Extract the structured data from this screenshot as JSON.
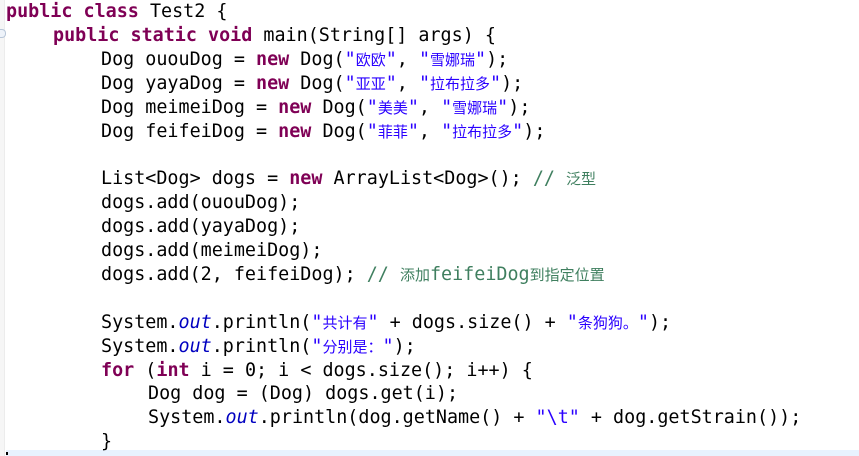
{
  "editor": {
    "language": "Java",
    "colors": {
      "keyword": "#7f0055",
      "string": "#2a00ff",
      "comment": "#3f7f5f",
      "static_field": "#0000c0",
      "current_line": "#e8f2fe"
    },
    "lines": [
      {
        "n": 1,
        "indent": 0,
        "tokens": [
          [
            "kw",
            "public"
          ],
          [
            "p",
            " "
          ],
          [
            "kw",
            "class"
          ],
          [
            "p",
            " Test2 {"
          ]
        ]
      },
      {
        "n": 2,
        "indent": 1,
        "tokens": [
          [
            "kw",
            "public"
          ],
          [
            "p",
            " "
          ],
          [
            "kw",
            "static"
          ],
          [
            "p",
            " "
          ],
          [
            "kw",
            "void"
          ],
          [
            "p",
            " main(String[] args) {"
          ]
        ]
      },
      {
        "n": 3,
        "indent": 2,
        "tokens": [
          [
            "p",
            "Dog ououDog = "
          ],
          [
            "kw",
            "new"
          ],
          [
            "p",
            " Dog("
          ],
          [
            "str",
            "\"欧欧\""
          ],
          [
            "p",
            ", "
          ],
          [
            "str",
            "\"雪娜瑞\""
          ],
          [
            "p",
            ");"
          ]
        ]
      },
      {
        "n": 4,
        "indent": 2,
        "tokens": [
          [
            "p",
            "Dog yayaDog = "
          ],
          [
            "kw",
            "new"
          ],
          [
            "p",
            " Dog("
          ],
          [
            "str",
            "\"亚亚\""
          ],
          [
            "p",
            ", "
          ],
          [
            "str",
            "\"拉布拉多\""
          ],
          [
            "p",
            ");"
          ]
        ]
      },
      {
        "n": 5,
        "indent": 2,
        "tokens": [
          [
            "p",
            "Dog meimeiDog = "
          ],
          [
            "kw",
            "new"
          ],
          [
            "p",
            " Dog("
          ],
          [
            "str",
            "\"美美\""
          ],
          [
            "p",
            ", "
          ],
          [
            "str",
            "\"雪娜瑞\""
          ],
          [
            "p",
            ");"
          ]
        ]
      },
      {
        "n": 6,
        "indent": 2,
        "tokens": [
          [
            "p",
            "Dog feifeiDog = "
          ],
          [
            "kw",
            "new"
          ],
          [
            "p",
            " Dog("
          ],
          [
            "str",
            "\"菲菲\""
          ],
          [
            "p",
            ", "
          ],
          [
            "str",
            "\"拉布拉多\""
          ],
          [
            "p",
            ");"
          ]
        ]
      },
      {
        "n": 7,
        "indent": 0,
        "tokens": []
      },
      {
        "n": 8,
        "indent": 2,
        "tokens": [
          [
            "p",
            "List<Dog> dogs = "
          ],
          [
            "kw",
            "new"
          ],
          [
            "p",
            " ArrayList<Dog>(); "
          ],
          [
            "cmt",
            "// 泛型"
          ]
        ]
      },
      {
        "n": 9,
        "indent": 2,
        "tokens": [
          [
            "p",
            "dogs.add(ououDog);"
          ]
        ]
      },
      {
        "n": 10,
        "indent": 2,
        "tokens": [
          [
            "p",
            "dogs.add(yayaDog);"
          ]
        ]
      },
      {
        "n": 11,
        "indent": 2,
        "tokens": [
          [
            "p",
            "dogs.add(meimeiDog);"
          ]
        ]
      },
      {
        "n": 12,
        "indent": 2,
        "tokens": [
          [
            "p",
            "dogs.add(2, feifeiDog); "
          ],
          [
            "cmt",
            "// 添加feifeiDog到指定位置"
          ]
        ]
      },
      {
        "n": 13,
        "indent": 0,
        "tokens": []
      },
      {
        "n": 14,
        "indent": 2,
        "tokens": [
          [
            "p",
            "System."
          ],
          [
            "fld",
            "out"
          ],
          [
            "p",
            ".println("
          ],
          [
            "str",
            "\"共计有\""
          ],
          [
            "p",
            " + dogs.size() + "
          ],
          [
            "str",
            "\"条狗狗。\""
          ],
          [
            "p",
            ");"
          ]
        ]
      },
      {
        "n": 15,
        "indent": 2,
        "tokens": [
          [
            "p",
            "System."
          ],
          [
            "fld",
            "out"
          ],
          [
            "p",
            ".println("
          ],
          [
            "str",
            "\"分别是：\""
          ],
          [
            "p",
            ");"
          ]
        ]
      },
      {
        "n": 16,
        "indent": 2,
        "tokens": [
          [
            "kw",
            "for"
          ],
          [
            "p",
            " ("
          ],
          [
            "kw",
            "int"
          ],
          [
            "p",
            " i = 0; i < dogs.size(); i++) {"
          ]
        ]
      },
      {
        "n": 17,
        "indent": 3,
        "tokens": [
          [
            "p",
            "Dog dog = (Dog) dogs.get(i);"
          ]
        ]
      },
      {
        "n": 18,
        "indent": 3,
        "tokens": [
          [
            "p",
            "System."
          ],
          [
            "fld",
            "out"
          ],
          [
            "p",
            ".println(dog.getName() + "
          ],
          [
            "str",
            "\"\\t\""
          ],
          [
            "p",
            " + dog.getStrain());"
          ]
        ]
      },
      {
        "n": 19,
        "indent": 2,
        "tokens": [
          [
            "p",
            "}"
          ]
        ]
      }
    ]
  }
}
